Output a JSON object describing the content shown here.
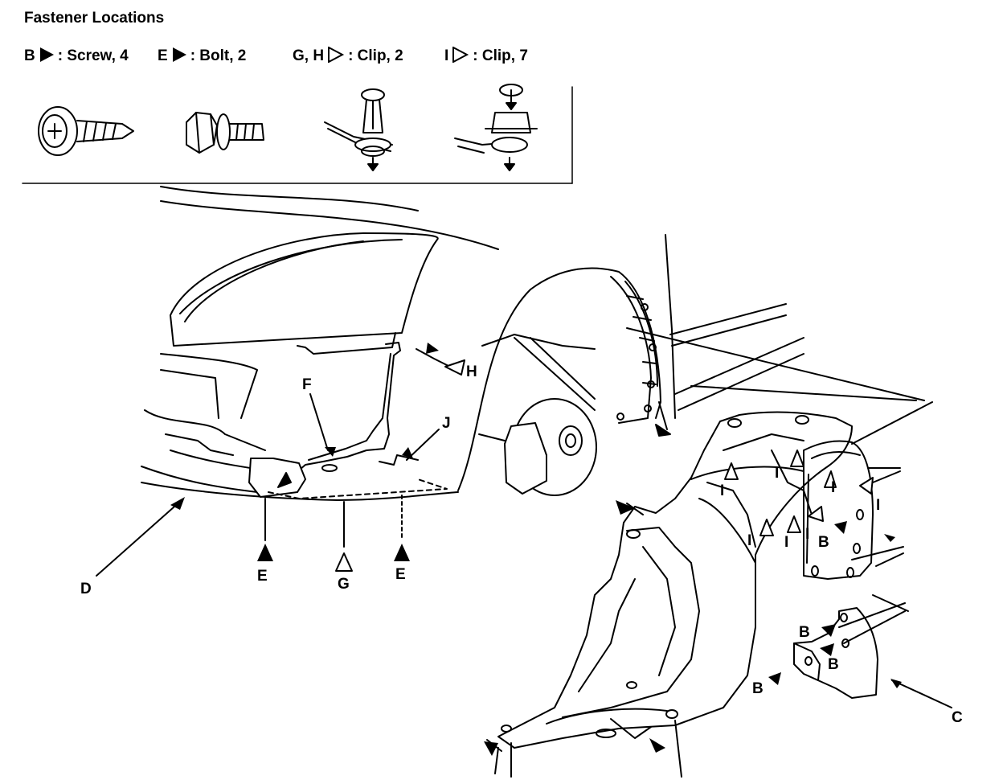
{
  "title": "Fastener Locations",
  "legend": [
    {
      "key": "B",
      "symbol": "filled-arrow",
      "text": ": Screw, 4"
    },
    {
      "key": "E",
      "symbol": "filled-arrow",
      "text": ": Bolt, 2"
    },
    {
      "key": "G, H",
      "symbol": "open-arrow",
      "text": ": Clip, 2"
    },
    {
      "key": "I",
      "symbol": "open-arrow",
      "text": ": Clip, 7"
    }
  ],
  "fastener_icons": [
    "screw-icon",
    "bolt-icon",
    "clip-gh-icon",
    "clip-i-icon"
  ],
  "callouts": {
    "C": "C",
    "D": "D",
    "E": "E",
    "F": "F",
    "G": "G",
    "H": "H",
    "I": "I",
    "J": "J",
    "B": "B"
  }
}
